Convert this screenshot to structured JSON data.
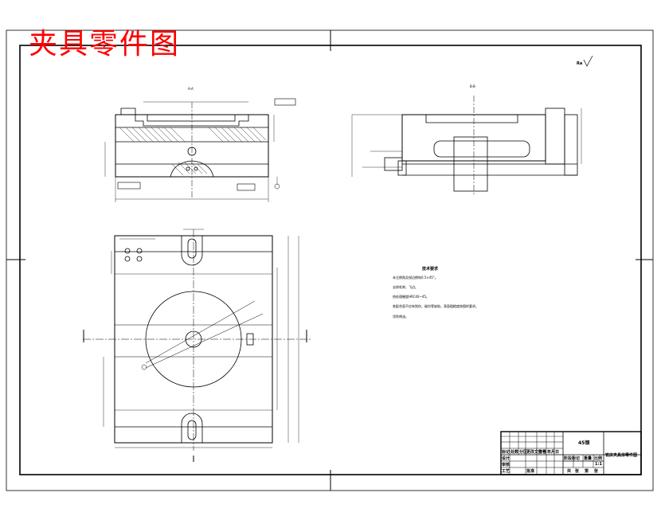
{
  "title": "夹具零件图",
  "roughness_note": "Ra",
  "views": {
    "front_label": "A-A",
    "side_label": "B-B"
  },
  "notes": {
    "heading": "技术要求",
    "lines": [
      "未注倒角及锐边倒钝0.5×45°。",
      "去除毛刺、飞边。",
      "热处理硬度HRC40~45。",
      "各配合面不应有划伤、碰伤等缺陷，表面粗糙度按图样要求。",
      "涂防锈油。"
    ]
  },
  "title_block": {
    "material": "45钢",
    "drawing_name": "铣床夹具体零件图",
    "scale": "1:1",
    "header_cells": [
      "标记",
      "处数",
      "分区",
      "更改文件号",
      "签名",
      "年月日"
    ],
    "role_cells": [
      "设计",
      "审核",
      "工艺",
      "批准"
    ],
    "stage_cells": [
      "阶段标记",
      "重量",
      "比例"
    ],
    "sheet_cells": [
      "共",
      "张",
      "第",
      "张"
    ]
  }
}
